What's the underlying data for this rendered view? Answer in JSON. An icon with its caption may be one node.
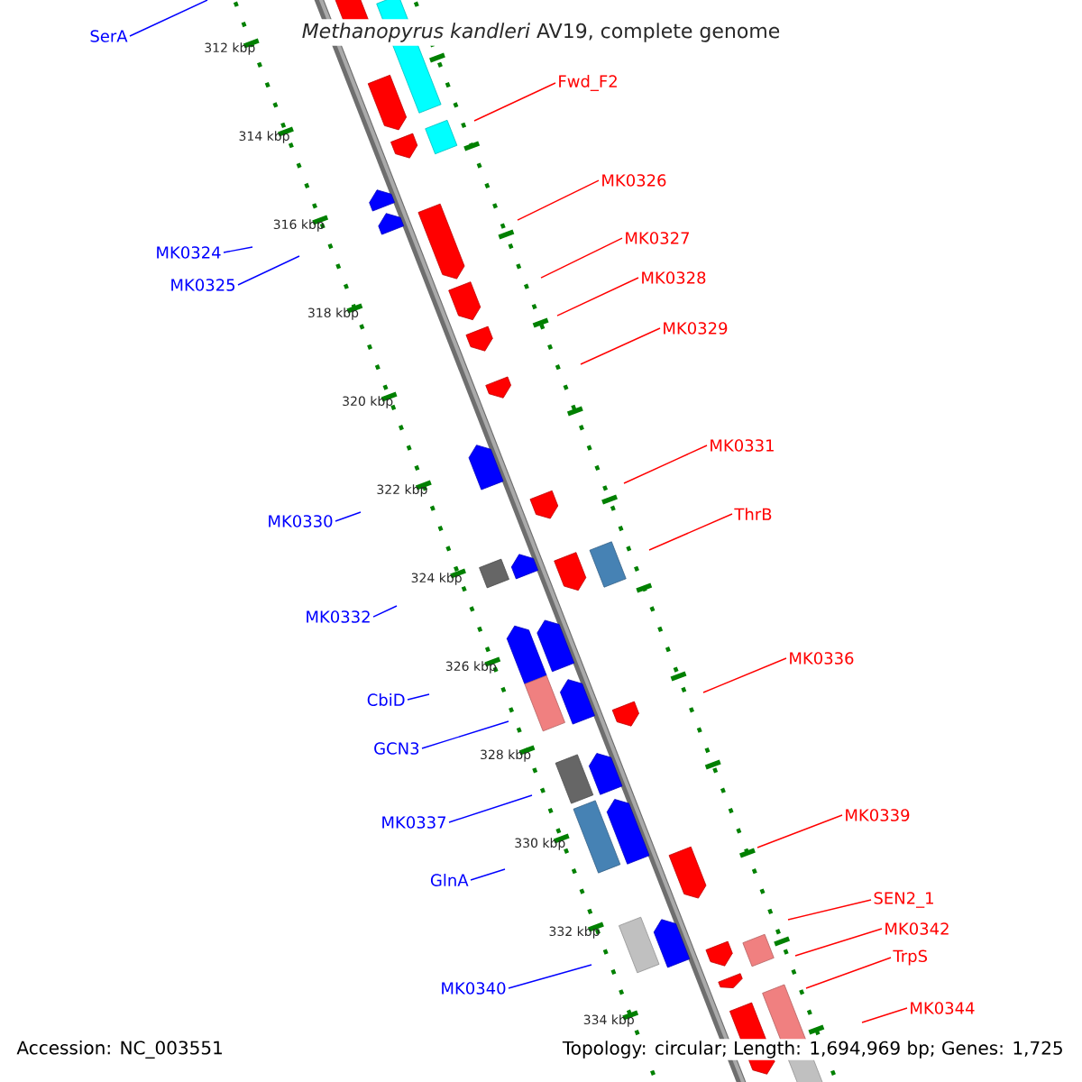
{
  "diagram": {
    "title": "*Methanopyrus kandleri* AV19, complete genome",
    "nodes": [
      {
        "text": [
          "SerA"
        ]
      },
      {
        "text": [
          "Fwd_F2"
        ]
      },
      {
        "text": [
          "MK0326"
        ]
      },
      {
        "text": [
          "MK0327"
        ]
      },
      {
        "text": [
          "MK0324"
        ]
      },
      {
        "text": [
          "MK0325"
        ]
      },
      {
        "text": [
          "MK0328"
        ]
      },
      {
        "text": [
          "MK0329"
        ]
      },
      {
        "text": [
          "MK0331"
        ]
      },
      {
        "text": [
          "ThrB"
        ]
      },
      {
        "text": [
          "MK0330"
        ]
      },
      {
        "text": [
          "MK0332"
        ]
      },
      {
        "text": [
          "MK0336"
        ]
      },
      {
        "text": [
          "CbiD"
        ]
      },
      {
        "text": [
          "GCN3"
        ]
      },
      {
        "text": [
          "MK0337"
        ]
      },
      {
        "text": [
          "MK0339"
        ]
      },
      {
        "text": [
          "GlnA"
        ]
      },
      {
        "text": [
          "SEN2_1"
        ]
      },
      {
        "text": [
          "MK0342"
        ]
      },
      {
        "text": [
          "TrpS"
        ]
      },
      {
        "text": [
          "MK0340"
        ]
      },
      {
        "text": [
          "MK0344"
        ]
      }
    ],
    "edges": [
      {
        "from": 0,
        "to": null,
        "arrow": "none",
        "color": "#0000ff"
      },
      {
        "from": 1,
        "to": null,
        "arrow": "none"
      },
      {
        "from": 2,
        "to": null,
        "arrow": "none"
      },
      {
        "from": 3,
        "to": null,
        "arrow": "none"
      },
      {
        "from": 4,
        "to": null,
        "arrow": "none",
        "color": "#0000ff"
      },
      {
        "from": 5,
        "to": null,
        "arrow": "none",
        "color": "#0000ff"
      },
      {
        "from": 6,
        "to": null,
        "arrow": "none"
      },
      {
        "from": 7,
        "to": null,
        "arrow": "none"
      },
      {
        "from": 8,
        "to": null,
        "arrow": "none"
      },
      {
        "from": 9,
        "to": null,
        "arrow": "none"
      },
      {
        "from": 10,
        "to": null,
        "arrow": "none",
        "color": "#0000ff"
      },
      {
        "from": 11,
        "to": null,
        "arrow": "none",
        "color": "#0000ff"
      },
      {
        "from": 12,
        "to": null,
        "arrow": "none"
      },
      {
        "from": 13,
        "to": null,
        "arrow": "none",
        "color": "#0000ff"
      },
      {
        "from": 14,
        "to": null,
        "arrow": "none",
        "color": "#0000ff"
      },
      {
        "from": 15,
        "to": null,
        "arrow": "none",
        "color": "#0000ff"
      },
      {
        "from": 16,
        "to": null,
        "arrow": "none"
      },
      {
        "from": 17,
        "to": null,
        "arrow": "none",
        "color": "#0000ff"
      },
      {
        "from": 18,
        "to": null,
        "arrow": "none"
      },
      {
        "from": 19,
        "to": null,
        "arrow": "none"
      },
      {
        "from": 20,
        "to": null,
        "arrow": "none"
      },
      {
        "from": 21,
        "to": null,
        "arrow": "none",
        "color": "#0000ff"
      },
      {
        "from": 22,
        "to": null,
        "arrow": "none"
      }
    ],
    "labels": [
      "312 kbp",
      "314 kbp",
      "316 kbp",
      "318 kbp",
      "320 kbp",
      "322 kbp",
      "324 kbp",
      "326 kbp",
      "328 kbp",
      "330 kbp",
      "332 kbp",
      "334 kbp",
      "Accession: NC_003551",
      "Topology: circular; Length: 1,694,969 bp; Genes: 1,725"
    ]
  }
}
